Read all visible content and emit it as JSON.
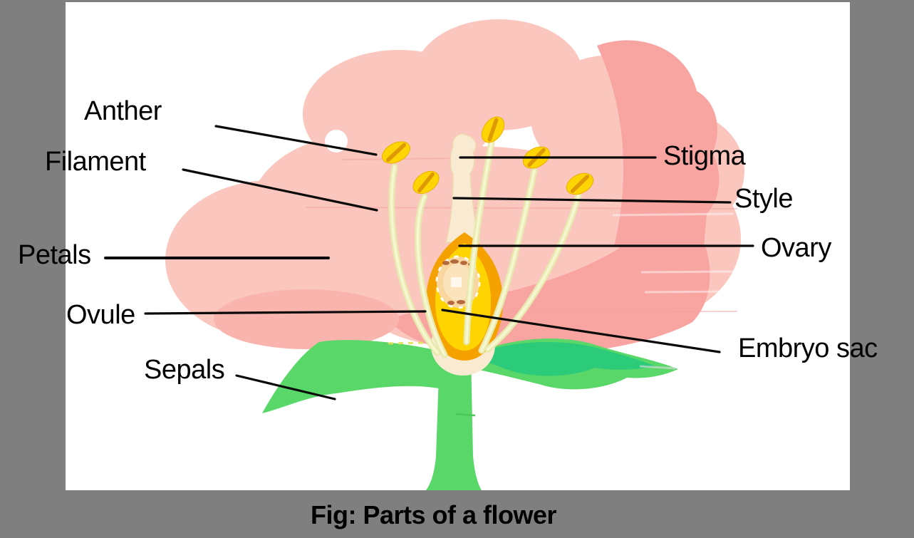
{
  "figure": {
    "type": "labeled-diagram",
    "subject": "flower-cross-section",
    "caption": "Fig: Parts of a flower",
    "labels": {
      "anther": "Anther",
      "filament": "Filament",
      "petals": "Petals",
      "ovule": "Ovule",
      "sepals": "Sepals",
      "stigma": "Stigma",
      "style": "Style",
      "ovary": "Ovary",
      "embryo_sac": "Embryo sac"
    },
    "colors": {
      "background_gray": "#7F7F7F",
      "canvas_white": "#FFFFFF",
      "petal_light_pink": "#FAC6BE",
      "petal_dark_pink": "#F8A5A2",
      "sepal_green": "#59D768",
      "sepal_dark_green": "#2CCB7A",
      "stem_green": "#59D768",
      "filament_cream": "#EDEEB4",
      "anther_gold": "#FFD405",
      "anther_stripe": "#DE9A05",
      "pistil_cream": "#F8EBD1",
      "ovary_orange": "#F5A100",
      "ovary_yellow": "#FFD400",
      "embryo_sac_tan": "#F9D7A4",
      "ovule_brown": "#A8562F",
      "leader_line_black": "#0A0A0A",
      "label_black": "#000000"
    }
  }
}
